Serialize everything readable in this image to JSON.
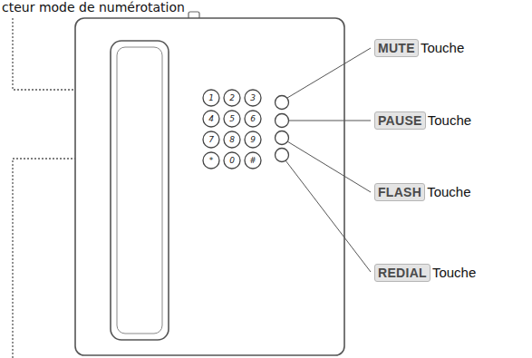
{
  "diagram": {
    "labels": [
      "cteur mode de numérotation",
      "MUTE",
      "Touche",
      "PAUSE",
      "Touche",
      "FLASH",
      "Touche",
      "REDIAL",
      "Touche",
      "1",
      "2",
      "3",
      "4",
      "5",
      "6",
      "7",
      "8",
      "9",
      "*",
      "0",
      "#"
    ]
  }
}
